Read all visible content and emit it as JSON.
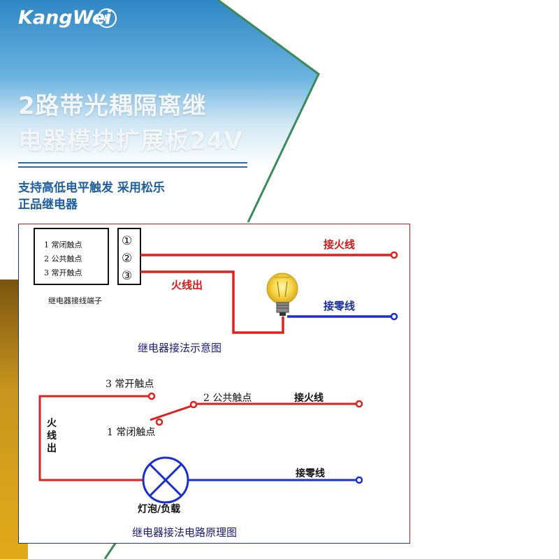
{
  "brand": {
    "name": "KangWei",
    "mark": "K"
  },
  "header": {
    "title_line1": "2路带光耦隔离继",
    "title_line2": "电器模块扩展板24V",
    "subtitle_line1": "支持高低电平触发 采用松乐",
    "subtitle_line2": "正品继电器"
  },
  "diagram1": {
    "terminal_labels": [
      "1 常闭触点",
      "2 公共触点",
      "3 常开触点"
    ],
    "terminal_numbers": [
      "①",
      "②",
      "③"
    ],
    "terminal_caption": "继电器接线端子",
    "live_in_label": "接火线",
    "live_out_label": "火线出",
    "neutral_label": "接零线",
    "caption": "继电器接法示意图"
  },
  "diagram2": {
    "nc_label": "1 常闭触点",
    "no_label": "3 常开触点",
    "common_label": "2 公共触点",
    "live_in_label": "接火线",
    "live_out_label": [
      "火",
      "线",
      "出"
    ],
    "neutral_label": "接零线",
    "load_label": "灯泡/负载",
    "caption": "继电器接法电路原理图"
  },
  "colors": {
    "live": "#e0201c",
    "neutral": "#1a2fd0",
    "text_dark": "#1a1a5a"
  }
}
